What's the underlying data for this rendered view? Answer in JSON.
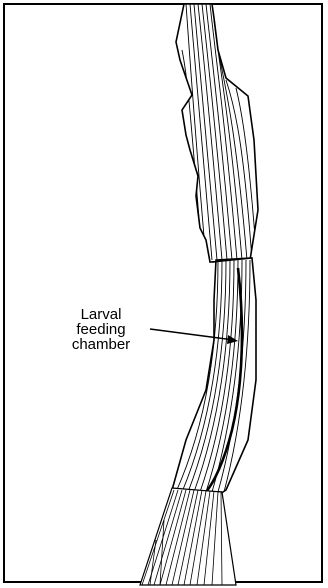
{
  "figure": {
    "annotation": {
      "line1": "Larval",
      "line2": "feeding",
      "line3": "chamber"
    },
    "colors": {
      "ink": "#000000",
      "paper": "#ffffff"
    }
  }
}
